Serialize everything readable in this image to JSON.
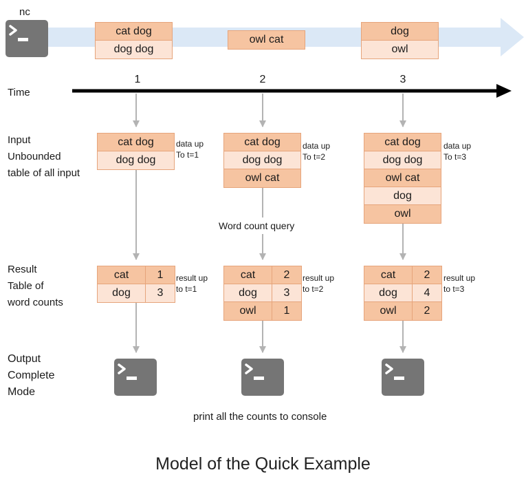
{
  "source_label": "nc",
  "stream": [
    {
      "t": 1,
      "lines": [
        "cat dog",
        "dog dog"
      ]
    },
    {
      "t": 2,
      "lines": [
        "owl cat"
      ]
    },
    {
      "t": 3,
      "lines": [
        "dog",
        "owl"
      ]
    }
  ],
  "time_axis": {
    "label": "Time",
    "ticks": [
      "1",
      "2",
      "3"
    ]
  },
  "row_labels": {
    "input": "Input\nUnbounded\ntable of all input",
    "result": "Result\nTable of\nword counts",
    "output": "Output\nComplete\nMode"
  },
  "input_tables": [
    {
      "rows": [
        "cat dog",
        "dog dog"
      ],
      "note": "data up\nTo t=1"
    },
    {
      "rows": [
        "cat dog",
        "dog dog",
        "owl cat"
      ],
      "note": "data up\nTo t=2"
    },
    {
      "rows": [
        "cat dog",
        "dog dog",
        "owl cat",
        "dog",
        "owl"
      ],
      "note": "data up\nTo t=3"
    }
  ],
  "query_label": "Word count query",
  "result_tables": [
    {
      "rows": [
        {
          "word": "cat",
          "count": "1"
        },
        {
          "word": "dog",
          "count": "3"
        }
      ],
      "note": "result up\nto t=1"
    },
    {
      "rows": [
        {
          "word": "cat",
          "count": "2"
        },
        {
          "word": "dog",
          "count": "3"
        },
        {
          "word": "owl",
          "count": "1"
        }
      ],
      "note": "result up\nto t=2"
    },
    {
      "rows": [
        {
          "word": "cat",
          "count": "2"
        },
        {
          "word": "dog",
          "count": "4"
        },
        {
          "word": "owl",
          "count": "2"
        }
      ],
      "note": "result up\nto t=3"
    }
  ],
  "console_label": "print all the counts to console",
  "caption": "Model of the Quick Example",
  "icons": {
    "terminal": "terminal-icon"
  },
  "colors": {
    "cell_dark": "#f6c4a1",
    "cell_light": "#fce4d6",
    "cell_border": "#e6a47b",
    "stream_arrow": "#dbe8f6",
    "timeline": "#000000",
    "connector": "#b3b3b3",
    "terminal": "#757575"
  }
}
